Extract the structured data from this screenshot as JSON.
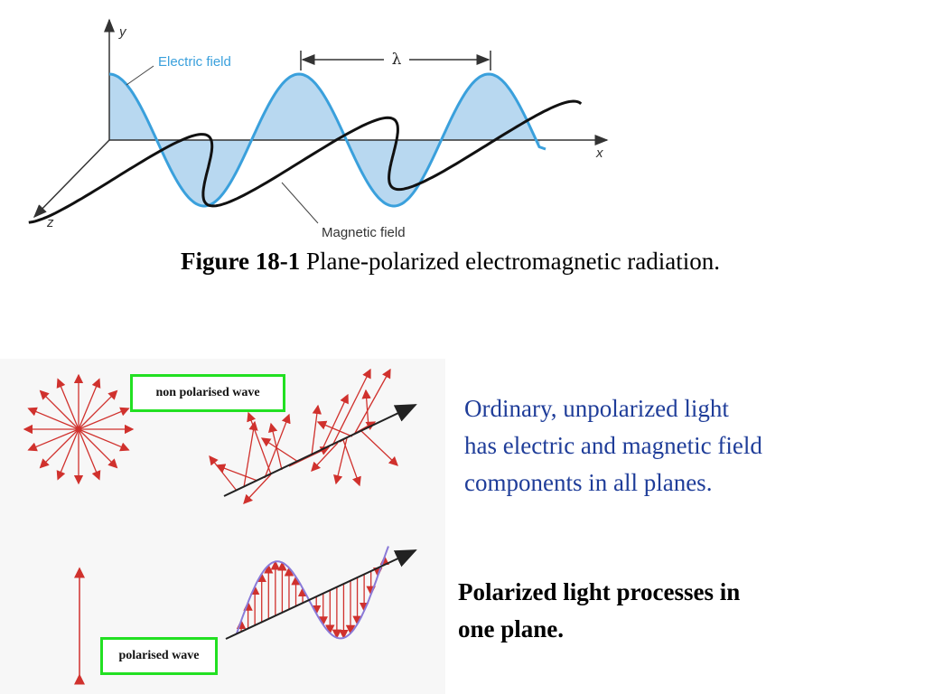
{
  "figure": {
    "axis_y": "y",
    "axis_x": "x",
    "axis_z": "z",
    "label_electric": "Electric field",
    "label_magnetic": "Magnetic field",
    "label_lambda": "λ",
    "caption_bold": "Figure 18-1",
    "caption_rest": " Plane-polarized electromagnetic radiation.",
    "colors": {
      "electric_fill": "#b8d8f0",
      "electric_line": "#3aa0dc",
      "magnetic": "#111111"
    }
  },
  "polarization": {
    "non_polarised_label": "non polarised wave",
    "polarised_label": "polarised wave",
    "arrow_color": "#d0312d"
  },
  "text": {
    "unpolarized_lines": [
      "Ordinary, unpolarized light",
      "has electric and magnetic field",
      "components in all planes."
    ],
    "polarized_lines": [
      "Polarized light processes in",
      "one plane."
    ],
    "colors": {
      "blue_text": "#1f3d99"
    }
  }
}
